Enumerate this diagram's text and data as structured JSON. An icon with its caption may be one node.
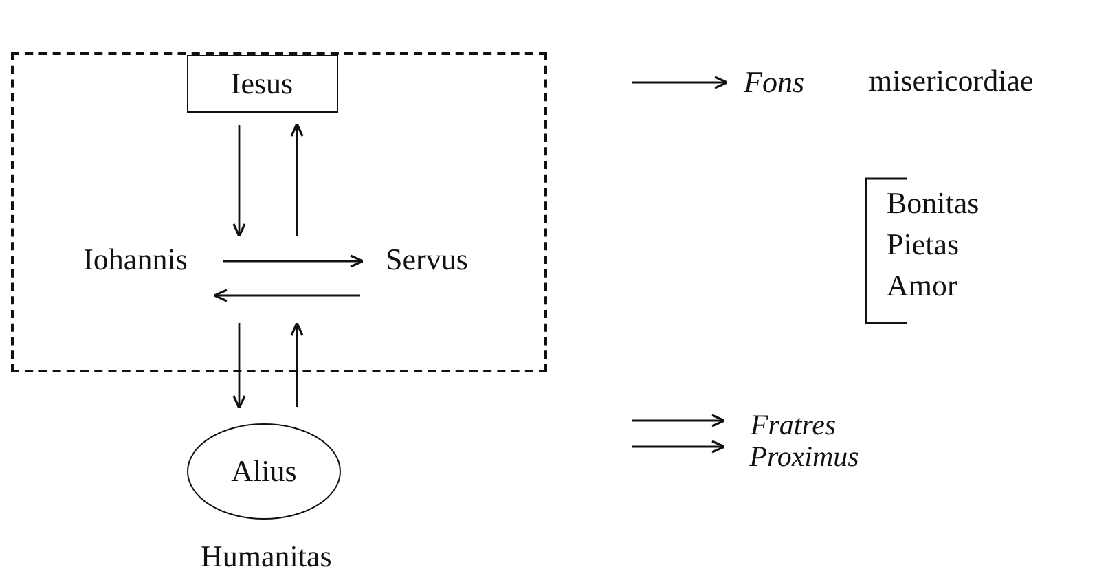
{
  "diagram": {
    "nodes": [
      {
        "text": [],
        "shape": "box"
      },
      {
        "text": [
          "Iesus"
        ],
        "in": 0
      },
      {
        "text": [
          "Iohannis"
        ],
        "in": 0
      },
      {
        "text": [
          "Servus"
        ],
        "in": 0
      },
      {
        "text": [
          "Alius"
        ],
        "beside": [
          "Humanitas"
        ]
      },
      {
        "text": [
          "Fons"
        ]
      },
      {
        "text": [
          "Fratres"
        ]
      },
      {
        "text": [
          "Proximus"
        ]
      }
    ],
    "edges": [
      {
        "from": 1,
        "to": 2,
        "arrow": "to"
      },
      {
        "from": 3,
        "to": 1,
        "arrow": "to"
      },
      {
        "from": 2,
        "to": 3,
        "arrow": "to"
      },
      {
        "from": 3,
        "to": 2,
        "arrow": "to"
      },
      {
        "from": 2,
        "to": 4,
        "arrow": "to"
      },
      {
        "from": 4,
        "to": 3,
        "arrow": "to"
      },
      {
        "from": null,
        "to": 5,
        "arrow": "to"
      },
      {
        "from": null,
        "to": 6,
        "arrow": "to"
      },
      {
        "from": null,
        "to": 7,
        "arrow": "to"
      }
    ],
    "labels": [
      "misericordiae",
      "Bonitas",
      "Pietas",
      "Amor"
    ]
  }
}
